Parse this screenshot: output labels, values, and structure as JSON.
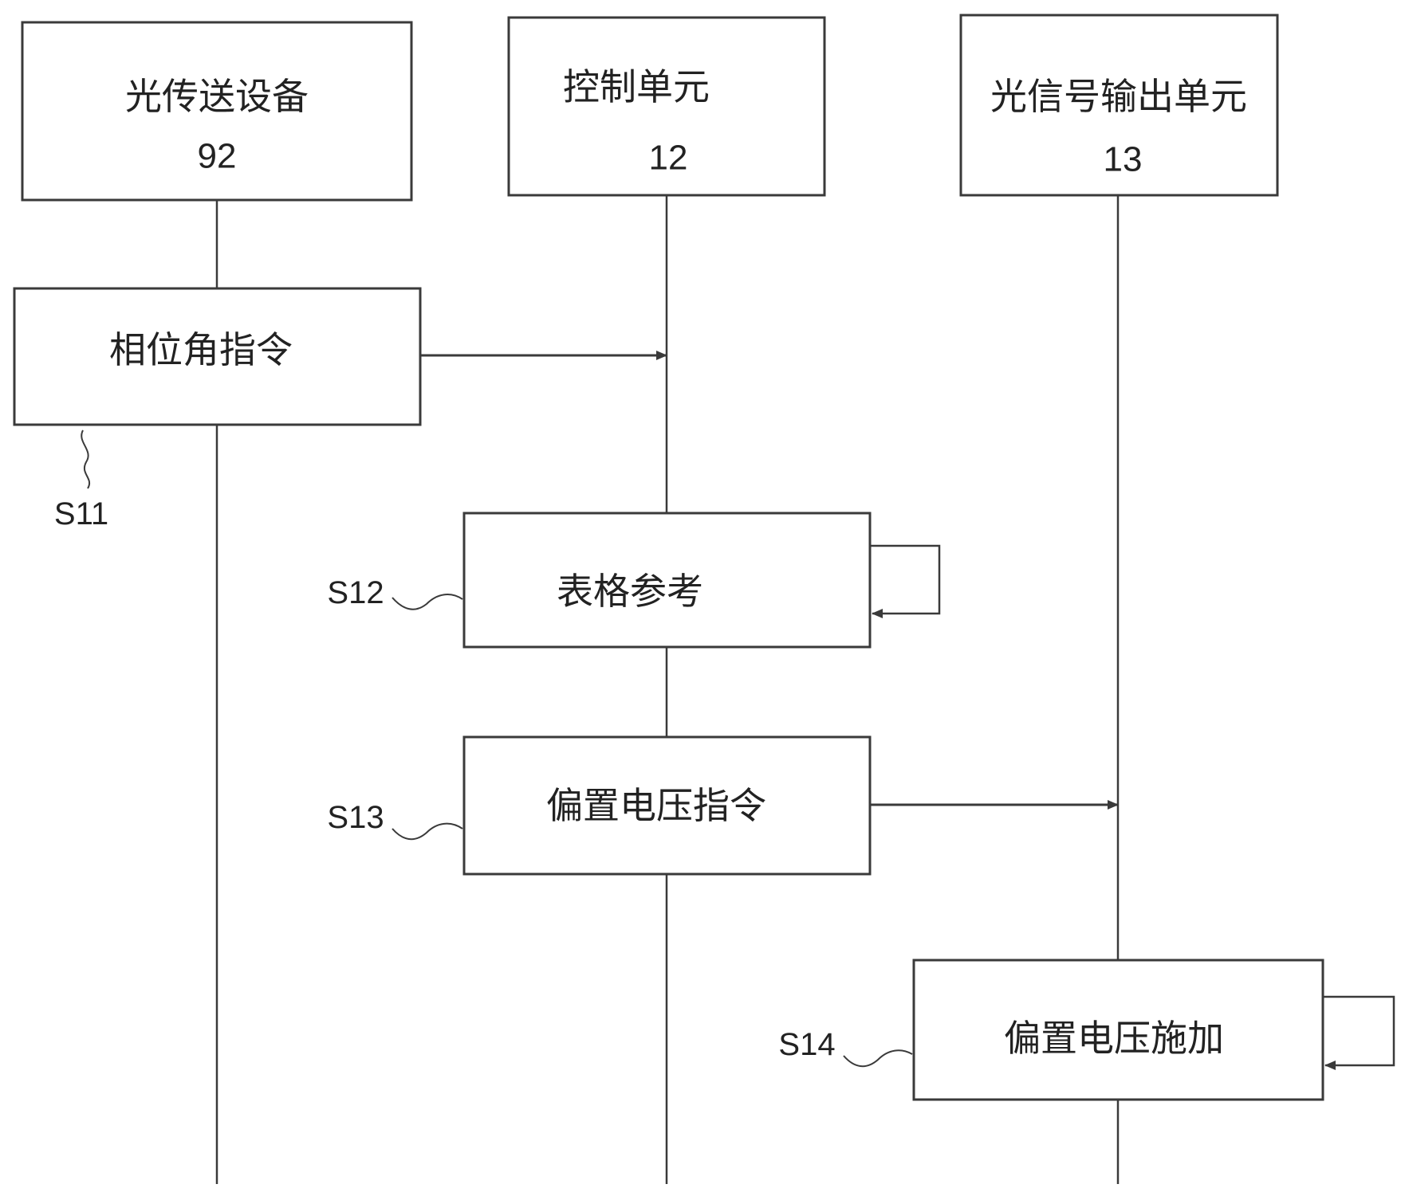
{
  "participants": [
    {
      "id": "p1",
      "name": "光传送设备",
      "number": "92"
    },
    {
      "id": "p2",
      "name": "控制单元",
      "number": "12"
    },
    {
      "id": "p3",
      "name": "光信号输出单元",
      "number": "13"
    }
  ],
  "steps": [
    {
      "id": "s11",
      "code": "S11",
      "label": "相位角指令"
    },
    {
      "id": "s12",
      "code": "S12",
      "label": "表格参考"
    },
    {
      "id": "s13",
      "code": "S13",
      "label": "偏置电压指令"
    },
    {
      "id": "s14",
      "code": "S14",
      "label": "偏置电压施加"
    }
  ]
}
